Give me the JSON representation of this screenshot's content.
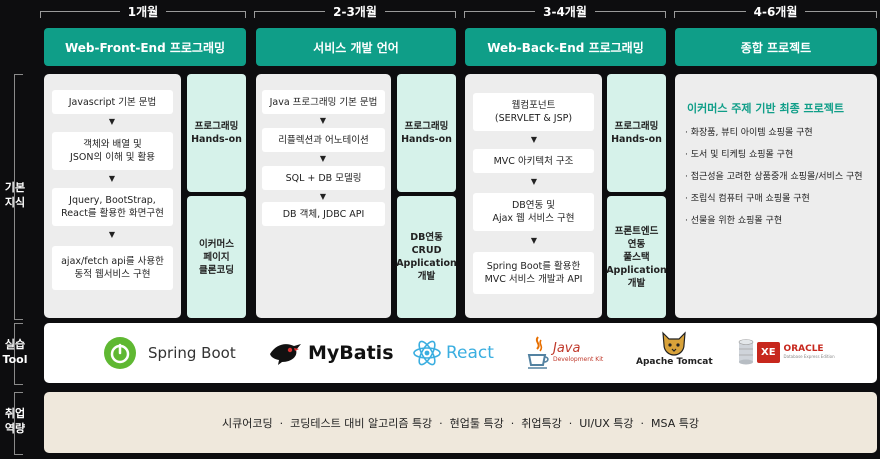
{
  "periods": [
    "1개월",
    "2-3개월",
    "3-4개월",
    "4-6개월"
  ],
  "phases": [
    "Web-Front-End 프로그래밍",
    "서비스 개발 언어",
    "Web-Back-End 프로그래밍",
    "종합 프로젝트"
  ],
  "side_labels": {
    "basic": "기본\n지식",
    "tool": "실습\nTool",
    "career": "취업\n역량"
  },
  "col1": {
    "steps": [
      "Javascript 기본 문법",
      "객체와 배열 및\nJSON의 이해 및 활용",
      "Jquery, BootStrap,\nReact를 활용한 화면구현",
      "ajax/fetch api를 사용한\n동적 웹서비스 구현"
    ],
    "handson": "프로그래밍\nHands-on",
    "extra": "이커머스\n페이지\n클론코딩"
  },
  "col2": {
    "steps": [
      "Java 프로그래밍 기본 문법",
      "리플렉션과 어노테이션",
      "SQL + DB 모델링",
      "DB 객체, JDBC API"
    ],
    "handson": "프로그래밍\nHands-on",
    "extra": "DB연동\nCRUD\nApplication\n개발"
  },
  "col3": {
    "steps": [
      "웹컴포넌트\n(SERVLET & JSP)",
      "MVC 아키텍처 구조",
      "DB연동 및\nAjax 웹 서비스 구현",
      "Spring Boot를 활용한\nMVC 서비스 개발과 API"
    ],
    "handson": "프로그래밍\nHands-on",
    "extra": "프론트엔드\n연동\n풀스택\nApplication\n개발"
  },
  "project": {
    "title": "이커머스 주제 기반  최종 프로젝트",
    "items": [
      "· 화장품, 뷰티 아이템 쇼핑몰 구현",
      "· 도서 및 티케팅 쇼핑몰 구현",
      "· 접근성을 고려한 상품중개 쇼핑몰/서비스 구현",
      "· 조립식 컴퓨터 구매 쇼핑몰 구현",
      "· 선물을 위한 쇼핑몰 구현"
    ]
  },
  "tools": {
    "spring": "Spring Boot",
    "mybatis": "MyBatis",
    "react": "React",
    "java": "Java",
    "java_sub": "Development Kit",
    "tomcat": "Apache Tomcat",
    "oracle_xe": "XE",
    "oracle": "ORACLE",
    "oracle_sub": "Database Express Edition"
  },
  "career": "시큐어코딩  ·  코딩테스트 대비 알고리즘 특강  ·  현업툴 특강  ·  취업특강  ·  UI/UX 특강  ·  MSA 특강",
  "colors": {
    "teal": "#0f9e88",
    "mint": "#d6f2ea",
    "panel": "#ededed",
    "career_bg": "#efe8dc",
    "background": "#0d0d0f"
  }
}
